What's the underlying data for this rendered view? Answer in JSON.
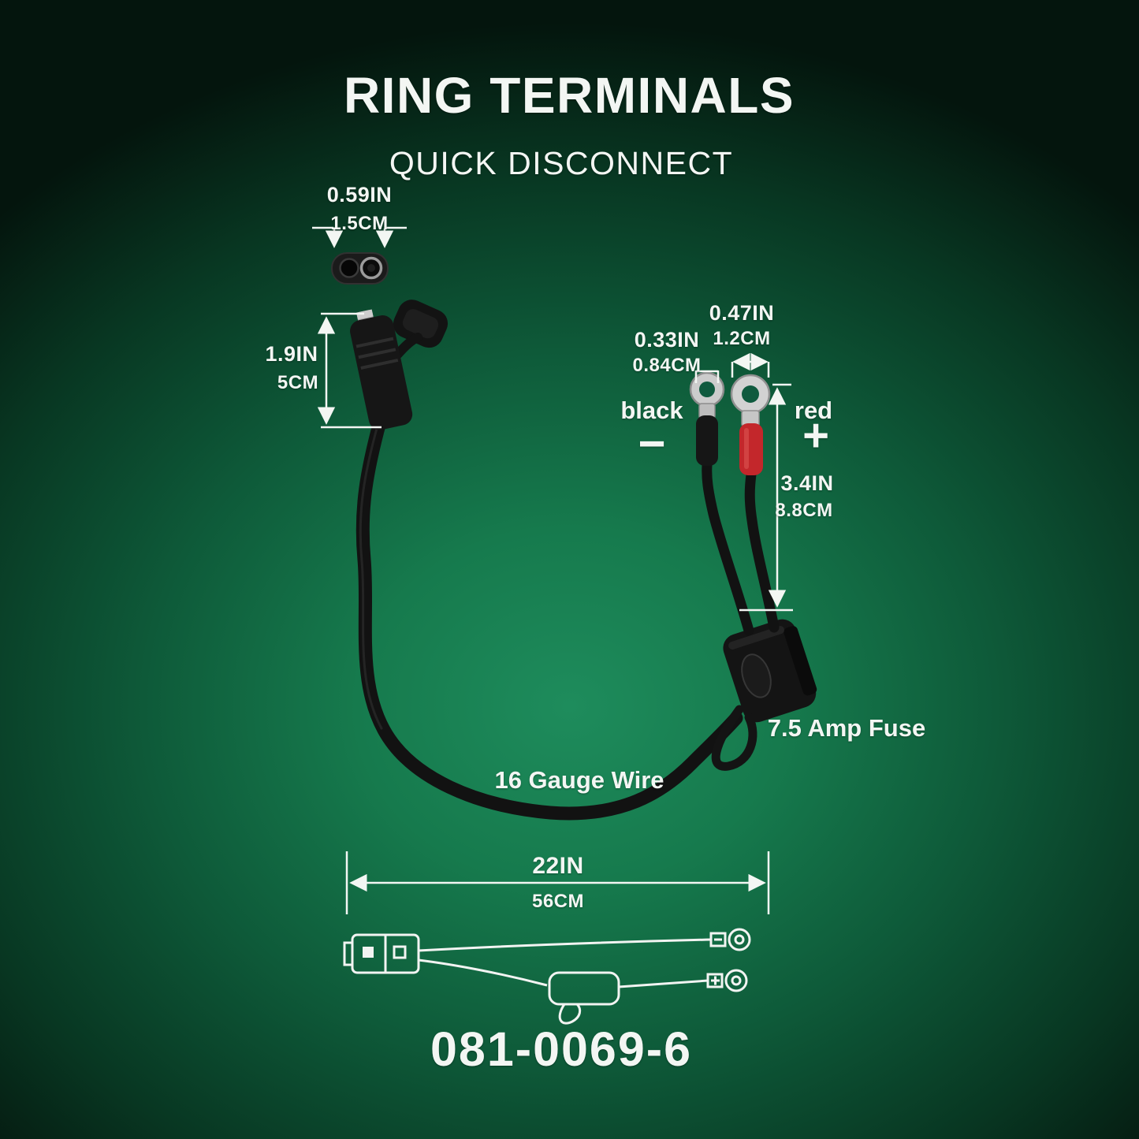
{
  "header": {
    "title": "RING TERMINALS",
    "subtitle": "QUICK DISCONNECT"
  },
  "dimensions": {
    "plug_width": {
      "inches": "0.59IN",
      "metric": "1.5CM"
    },
    "plug_length": {
      "inches": "1.9IN",
      "metric": "5CM"
    },
    "black_ring": {
      "inches": "0.33IN",
      "metric": "0.84CM"
    },
    "red_ring": {
      "inches": "0.47IN",
      "metric": "1.2CM"
    },
    "terminal_lead": {
      "inches": "3.4IN",
      "metric": "8.8CM"
    },
    "cable": {
      "inches": "22IN",
      "metric": "56CM"
    }
  },
  "labels": {
    "black_terminal": "black",
    "black_polarity": "−",
    "red_terminal": "red",
    "red_polarity": "+",
    "fuse": "7.5 Amp Fuse",
    "wire_gauge": "16 Gauge Wire"
  },
  "footer": {
    "product_number": "081-0069-6"
  },
  "colors": {
    "background_center": "#1e8c5c",
    "background_edge": "#04150d",
    "text": "#f3f6f3",
    "cable_black": "#141414",
    "red_sleeve": "#c3272b",
    "terminal_silver": "#cfcfcf"
  }
}
